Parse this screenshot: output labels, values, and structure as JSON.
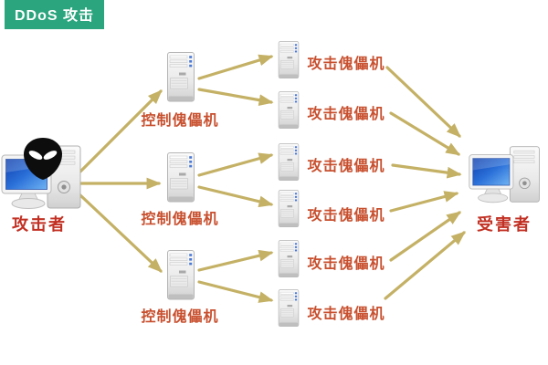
{
  "title": {
    "label": "DDoS 攻击"
  },
  "attacker": {
    "label": "攻击者"
  },
  "victim": {
    "label": "受害者"
  },
  "control_nodes": [
    {
      "label": "控制傀儡机"
    },
    {
      "label": "控制傀儡机"
    },
    {
      "label": "控制傀儡机"
    }
  ],
  "attack_nodes": [
    {
      "label": "攻击傀儡机"
    },
    {
      "label": "攻击傀儡机"
    },
    {
      "label": "攻击傀儡机"
    },
    {
      "label": "攻击傀儡机"
    },
    {
      "label": "攻击傀儡机"
    },
    {
      "label": "攻击傀儡机"
    }
  ],
  "icons": {
    "attacker": "alien-computer-icon",
    "victim": "desktop-computer-icon",
    "control_node": "server-tower-icon",
    "attack_node": "server-tower-icon"
  },
  "colors": {
    "banner_bg": "#2BA57E",
    "banner_text": "#FFFFFF",
    "arrow": "#C4B165",
    "node_label": "#C8502F",
    "endpoint_label": "#C23023",
    "screen_blue": "#1E5FD0"
  }
}
